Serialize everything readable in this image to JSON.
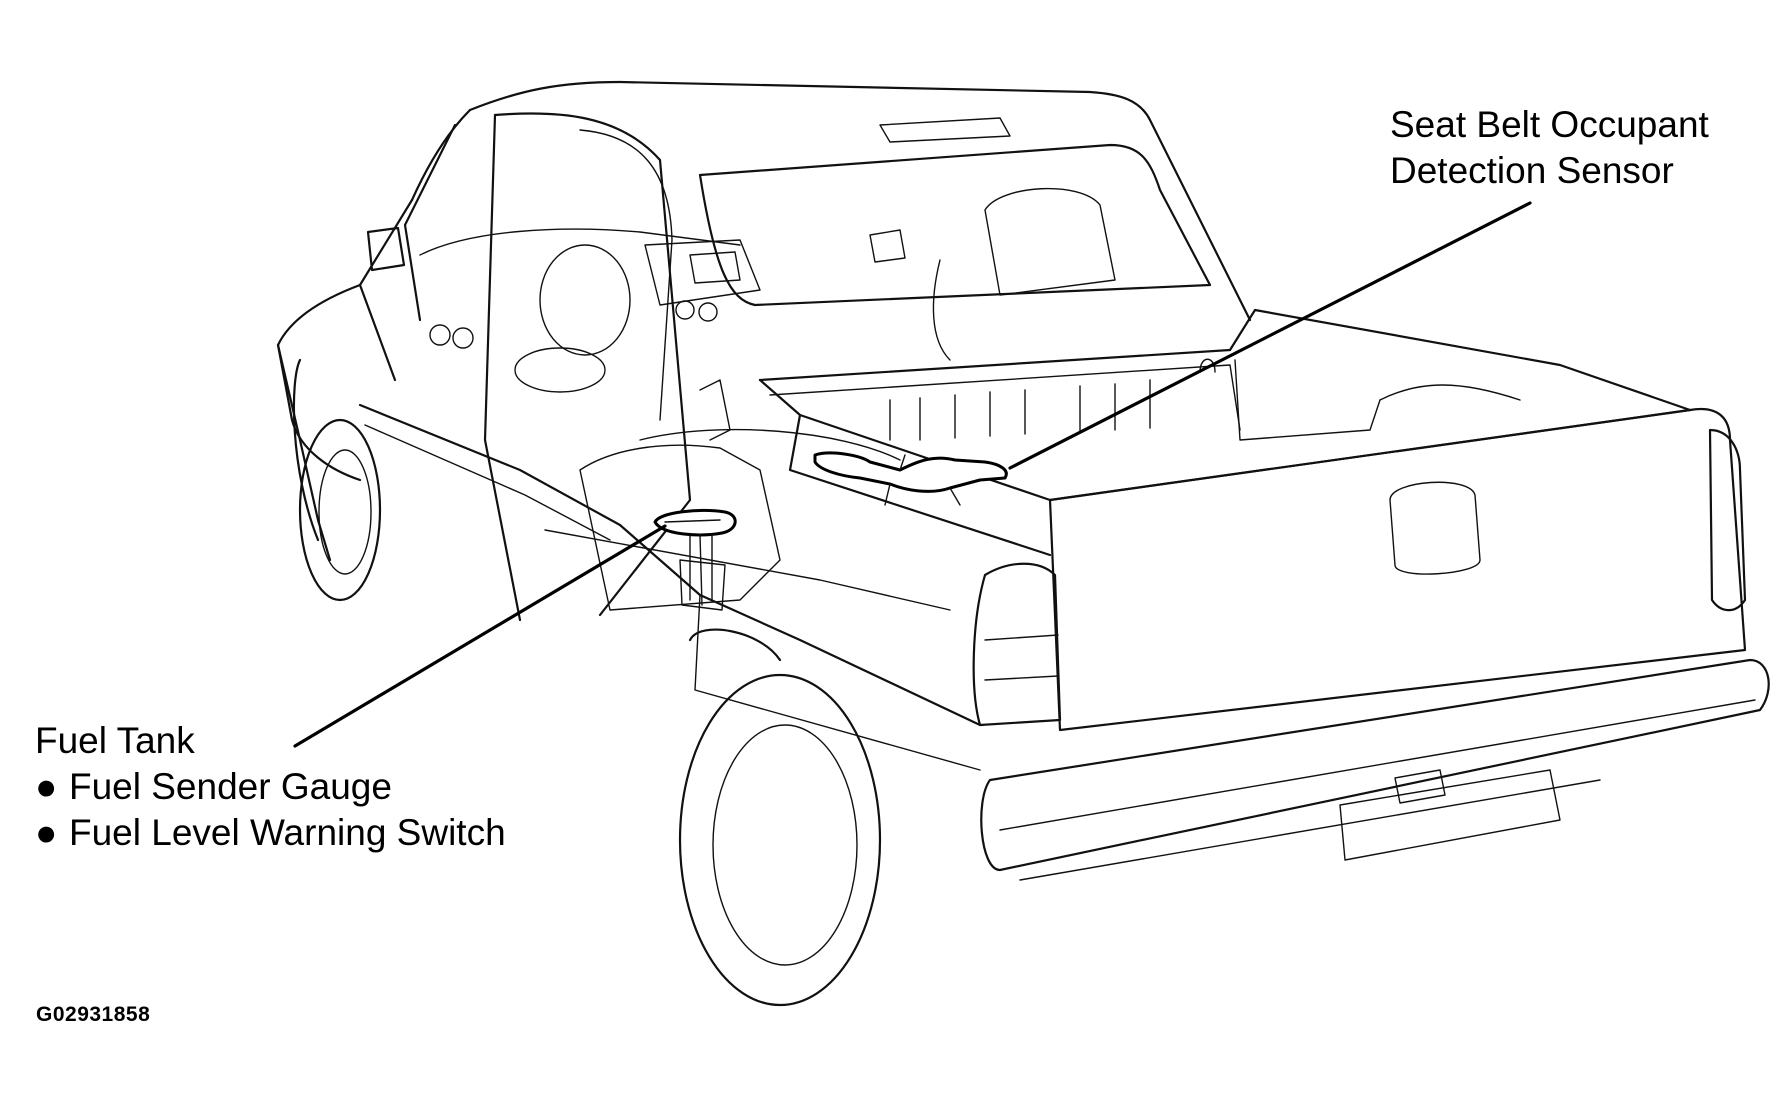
{
  "labels": {
    "seat_belt_sensor": {
      "line1": "Seat Belt Occupant",
      "line2": "Detection Sensor"
    },
    "fuel_tank": {
      "title": "Fuel Tank",
      "bullet_glyph": "●",
      "items": [
        "Fuel Sender Gauge",
        "Fuel Level Warning Switch"
      ]
    }
  },
  "figure_id": "G02931858"
}
